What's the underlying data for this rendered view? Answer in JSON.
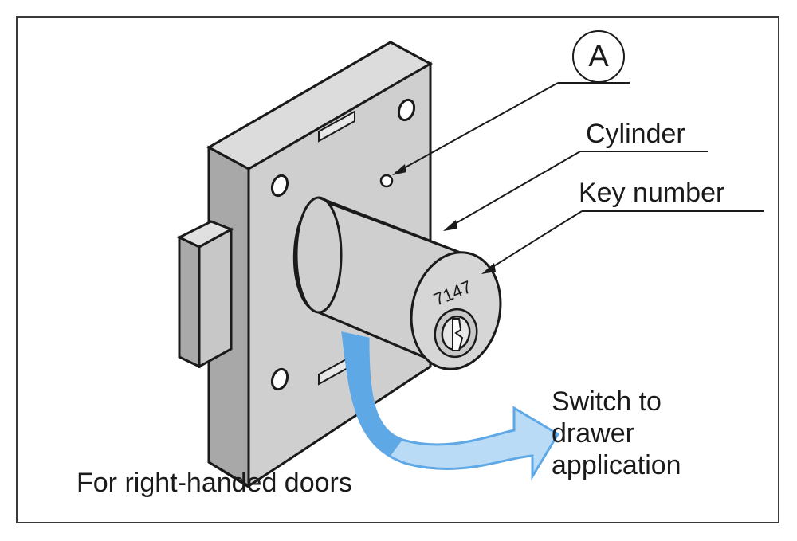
{
  "labels": {
    "marker": "A",
    "cylinder": "Cylinder",
    "key_number": "Key number",
    "key_code": "7147",
    "switch_line1": "Switch to",
    "switch_line2": "drawer",
    "switch_line3": "application",
    "right_handed": "For right-handed doors"
  },
  "colors": {
    "metal": "#cfcfcf",
    "metal_dark": "#a9a9a9",
    "metal_light": "#e2e2e2",
    "outline": "#1a1a1a",
    "arrow_blue": "#5fa8e6",
    "arrow_light": "#b9dbf6"
  }
}
